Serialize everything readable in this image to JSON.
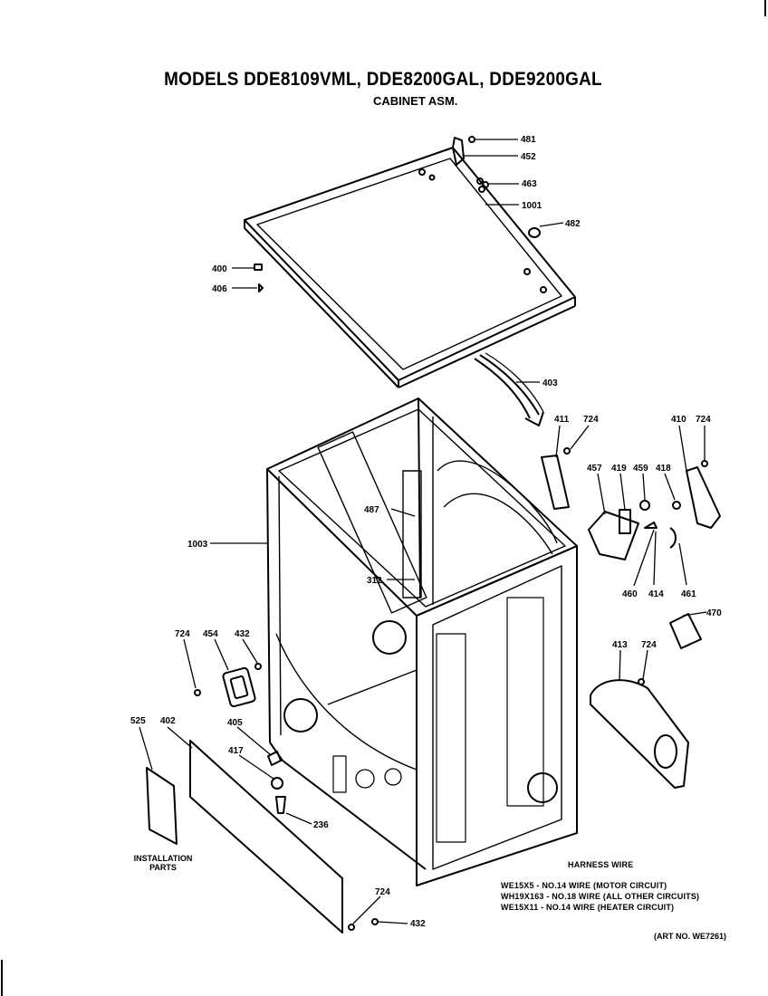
{
  "title": "MODELS DDE8109VML, DDE8200GAL, DDE9200GAL",
  "subtitle": "CABINET ASM.",
  "parts": {
    "p481": "481",
    "p452": "452",
    "p463": "463",
    "p1001": "1001",
    "p482": "482",
    "p400": "400",
    "p406": "406",
    "p403": "403",
    "p411": "411",
    "p724a": "724",
    "p410": "410",
    "p724b": "724",
    "p457": "457",
    "p419": "419",
    "p459": "459",
    "p418": "418",
    "p487": "487",
    "p1003": "1003",
    "p312": "312",
    "p460": "460",
    "p414": "414",
    "p461": "461",
    "p470": "470",
    "p724c": "724",
    "p454": "454",
    "p432a": "432",
    "p413": "413",
    "p724d": "724",
    "p525": "525",
    "p402": "402",
    "p405": "405",
    "p417": "417",
    "p236": "236",
    "p724e": "724",
    "p432b": "432"
  },
  "installation": [
    "INSTALLATION",
    "PARTS"
  ],
  "harness": {
    "heading": "HARNESS WIRE",
    "rows": [
      "WE15X5 - NO.14 WIRE (MOTOR CIRCUIT)",
      "WH19X163 - NO.18 WIRE (ALL OTHER CIRCUITS)",
      "WE15X11 - NO.14 WIRE (HEATER CIRCUIT)"
    ]
  },
  "art_no": "(ART NO. WE7261)"
}
